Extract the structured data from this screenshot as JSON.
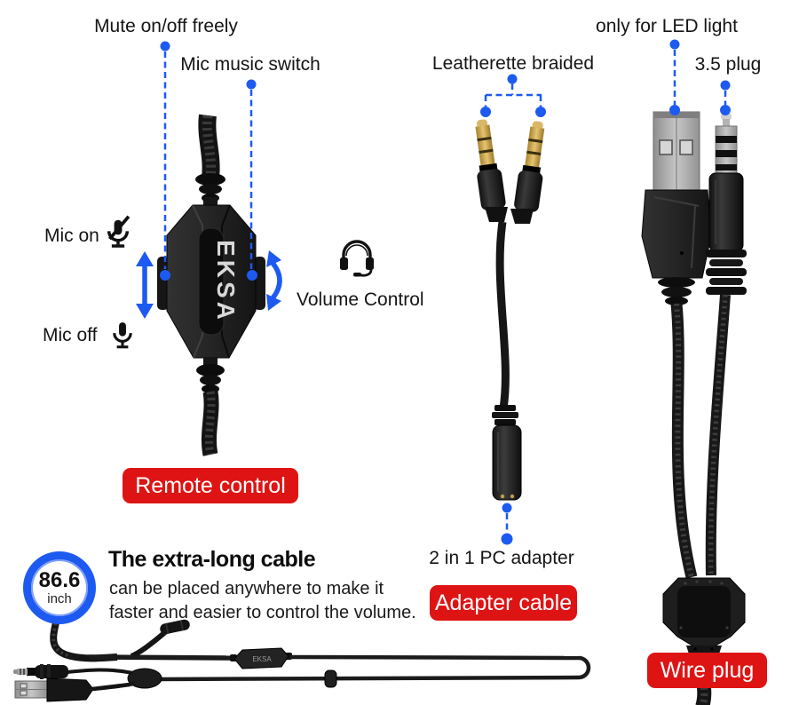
{
  "brand": "EKSA",
  "labels": {
    "mute": "Mute on/off freely",
    "mic_music": "Mic music switch",
    "leatherette": "Leatherette braided",
    "led": "only for LED light",
    "plug35": "3.5 plug",
    "mic_on": "Mic on",
    "mic_off": "Mic off",
    "volume": "Volume Control",
    "pc_adapter": "2 in 1 PC adapter"
  },
  "badges": {
    "remote": "Remote control",
    "adapter": "Adapter cable",
    "wire": "Wire plug"
  },
  "length_badge": {
    "value": "86.6",
    "unit": "inch"
  },
  "description": {
    "title": "The extra-long cable",
    "line1": "can be placed anywhere to make it",
    "line2": "faster and easier to control the volume."
  },
  "icons": {
    "mic_on": "mic-muted-icon",
    "mic_off": "mic-icon",
    "volume": "headset-icon"
  },
  "colors": {
    "accent_blue": "#1d5af0",
    "badge_red": "#de1414",
    "text_black": "#151515"
  }
}
